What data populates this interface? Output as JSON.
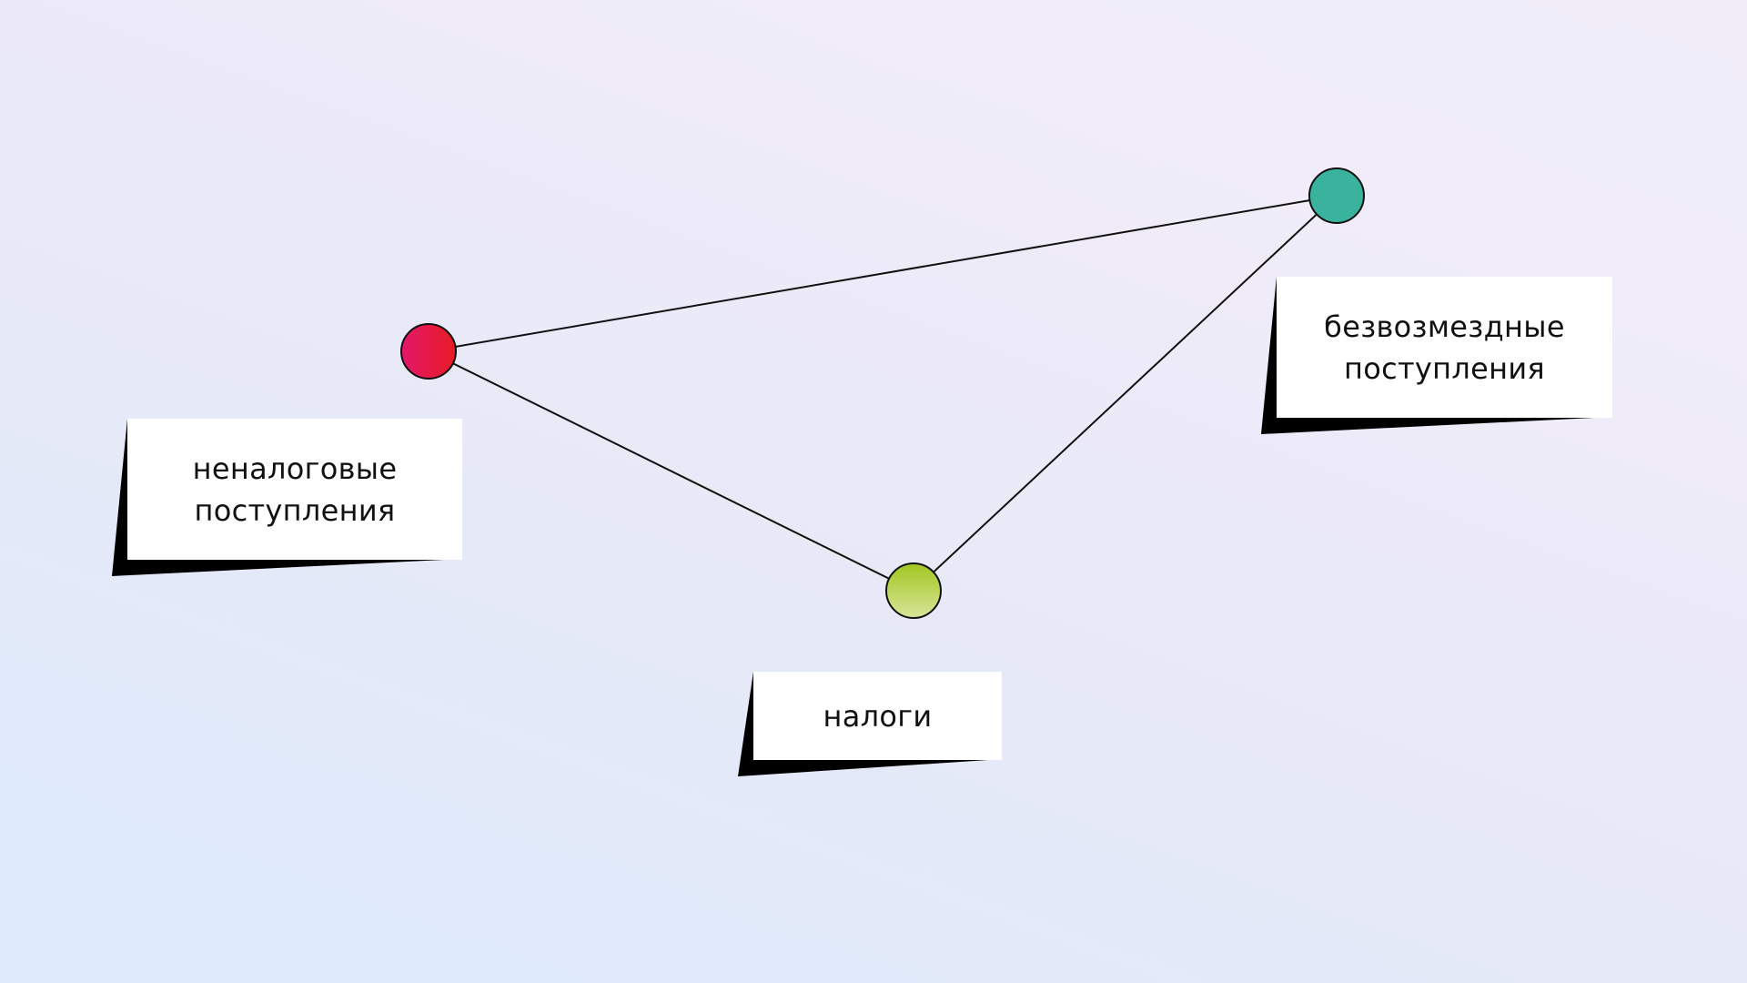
{
  "diagram": {
    "nodes": [
      {
        "id": "nontax",
        "label_lines": [
          "неналоговые",
          "поступления"
        ],
        "color_start": "#e3176a",
        "color_end": "#e81c24"
      },
      {
        "id": "grants",
        "label_lines": [
          "безвозмездные",
          "поступления"
        ],
        "color_start": "#3ab39e",
        "color_end": "#3ab39e"
      },
      {
        "id": "taxes",
        "label_lines": [
          "налоги"
        ],
        "color_start": "#a2c621",
        "color_end": "#d7e59a"
      }
    ],
    "edges": [
      {
        "from": "nontax",
        "to": "grants"
      },
      {
        "from": "grants",
        "to": "taxes"
      },
      {
        "from": "taxes",
        "to": "nontax"
      }
    ],
    "colors": {
      "edge": "#111111",
      "card_fill": "#ffffff",
      "card_shadow": "#000000",
      "background_start": "#dceafb",
      "background_end": "#f1eefa"
    }
  }
}
